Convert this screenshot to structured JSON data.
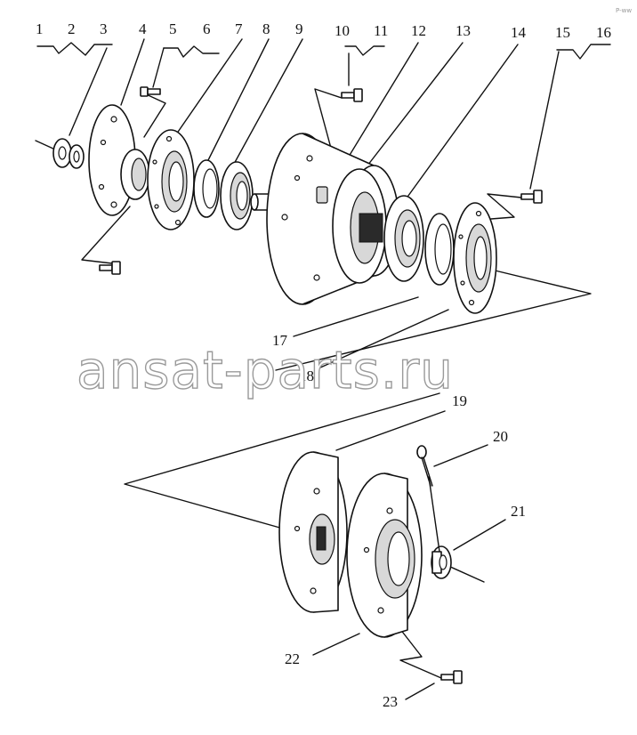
{
  "callouts": {
    "c1": "1",
    "c2": "2",
    "c3": "3",
    "c4": "4",
    "c5": "5",
    "c6": "6",
    "c7": "7",
    "c8": "8",
    "c9": "9",
    "c10": "10",
    "c11": "11",
    "c12": "12",
    "c13": "13",
    "c14": "14",
    "c15": "15",
    "c16": "16",
    "c17": "17",
    "c18": "18",
    "c19": "19",
    "c20": "20",
    "c21": "21",
    "c22": "22",
    "c23": "23"
  },
  "watermark": "ansat-parts.ru",
  "corner_mark": "P-ww",
  "colors": {
    "line": "#111111",
    "shade": "#d8d8d8",
    "watermark_outline": "#9a9a9a"
  }
}
